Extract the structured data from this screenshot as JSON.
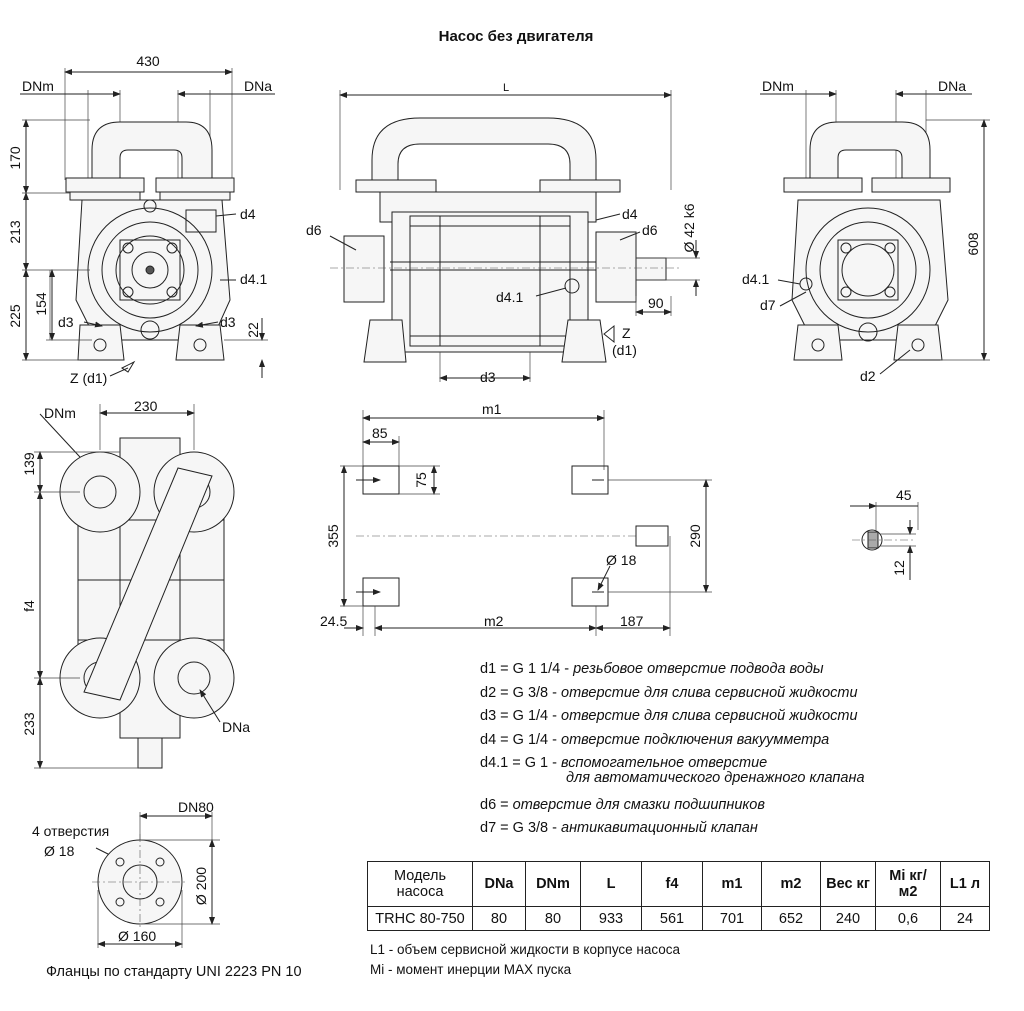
{
  "title": "Насос без двигателя",
  "dims": {
    "front_430": "430",
    "dnm": "DNm",
    "dna": "DNa",
    "h170": "170",
    "h213": "213",
    "h225": "225",
    "h154": "154",
    "h22": "22",
    "d3": "d3",
    "d4": "d4",
    "d41": "d4.1",
    "d6": "d6",
    "d7": "d7",
    "d2": "d2",
    "zd1": "Z (d1)",
    "z": "Z",
    "d1p": "(d1)",
    "L": "L",
    "shaft": "Ø 42 k6",
    "s90": "90",
    "h608": "608",
    "top230": "230",
    "top139": "139",
    "topf4": "f4",
    "top233": "233",
    "m1": "m1",
    "m2": "m2",
    "p85": "85",
    "p75": "75",
    "p355": "355",
    "p290": "290",
    "p18": "Ø 18",
    "p245": "24.5",
    "p187": "187",
    "k45": "45",
    "k12": "12",
    "dn80": "DN80",
    "holes4": "4 отверстия",
    "holes18": "Ø 18",
    "f200": "Ø 200",
    "f160": "Ø 160"
  },
  "notes": [
    {
      "code": "d1 = G 1 1/4 - ",
      "text": "резьбовое отверстие подвода воды"
    },
    {
      "code": "d2 = G 3/8 - ",
      "text": "отверстие для слива сервисной жидкости"
    },
    {
      "code": "d3 = G 1/4 - ",
      "text": "отверстие для слива сервисной жидкости"
    },
    {
      "code": "d4 = G 1/4 - ",
      "text": "отверстие подключения вакуумметра"
    },
    {
      "code": "d4.1 = G 1 - ",
      "text": "вспомогательное отверстие",
      "text2": "для автоматического дренажного клапана"
    },
    {
      "code": "d6 = ",
      "text": "отверстие для смазки подшипников"
    },
    {
      "code": "d7 = G 3/8 - ",
      "text": "антикавитационный клапан"
    }
  ],
  "table": {
    "headers": [
      "Модель насоса",
      "DNa",
      "DNm",
      "L",
      "f4",
      "m1",
      "m2",
      "Вес кг",
      "Mi кг/м2",
      "L1 л"
    ],
    "row": [
      "TRHC 80-750",
      "80",
      "80",
      "933",
      "561",
      "701",
      "652",
      "240",
      "0,6",
      "24"
    ]
  },
  "footnote1": "L1 - объем сервисной жидкости в корпусе насоса",
  "footnote2": "Mi - момент инерции MAX пуска",
  "flange_note": "Фланцы по стандарту UNI 2223 PN 10"
}
